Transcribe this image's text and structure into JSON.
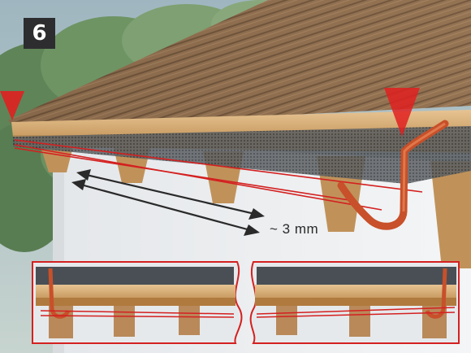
{
  "step": {
    "number": "6"
  },
  "annotation": {
    "measure_label": "~ 3 mm"
  },
  "colors": {
    "marker_red": "#e02020",
    "gutter_copper": "#c8502a",
    "slope_line_red": "#d42020",
    "badge_bg": "#2d2d2f",
    "roof_tile": "#8a6a4a",
    "fascia_wood": "#d9b07a",
    "wall": "#eceeef",
    "sky_foliage": "#6e8f6a"
  },
  "icons": {
    "left_marker": "red-triangle-marker",
    "right_marker": "red-triangle-marker",
    "measure_arrow": "double-headed-arrow"
  }
}
